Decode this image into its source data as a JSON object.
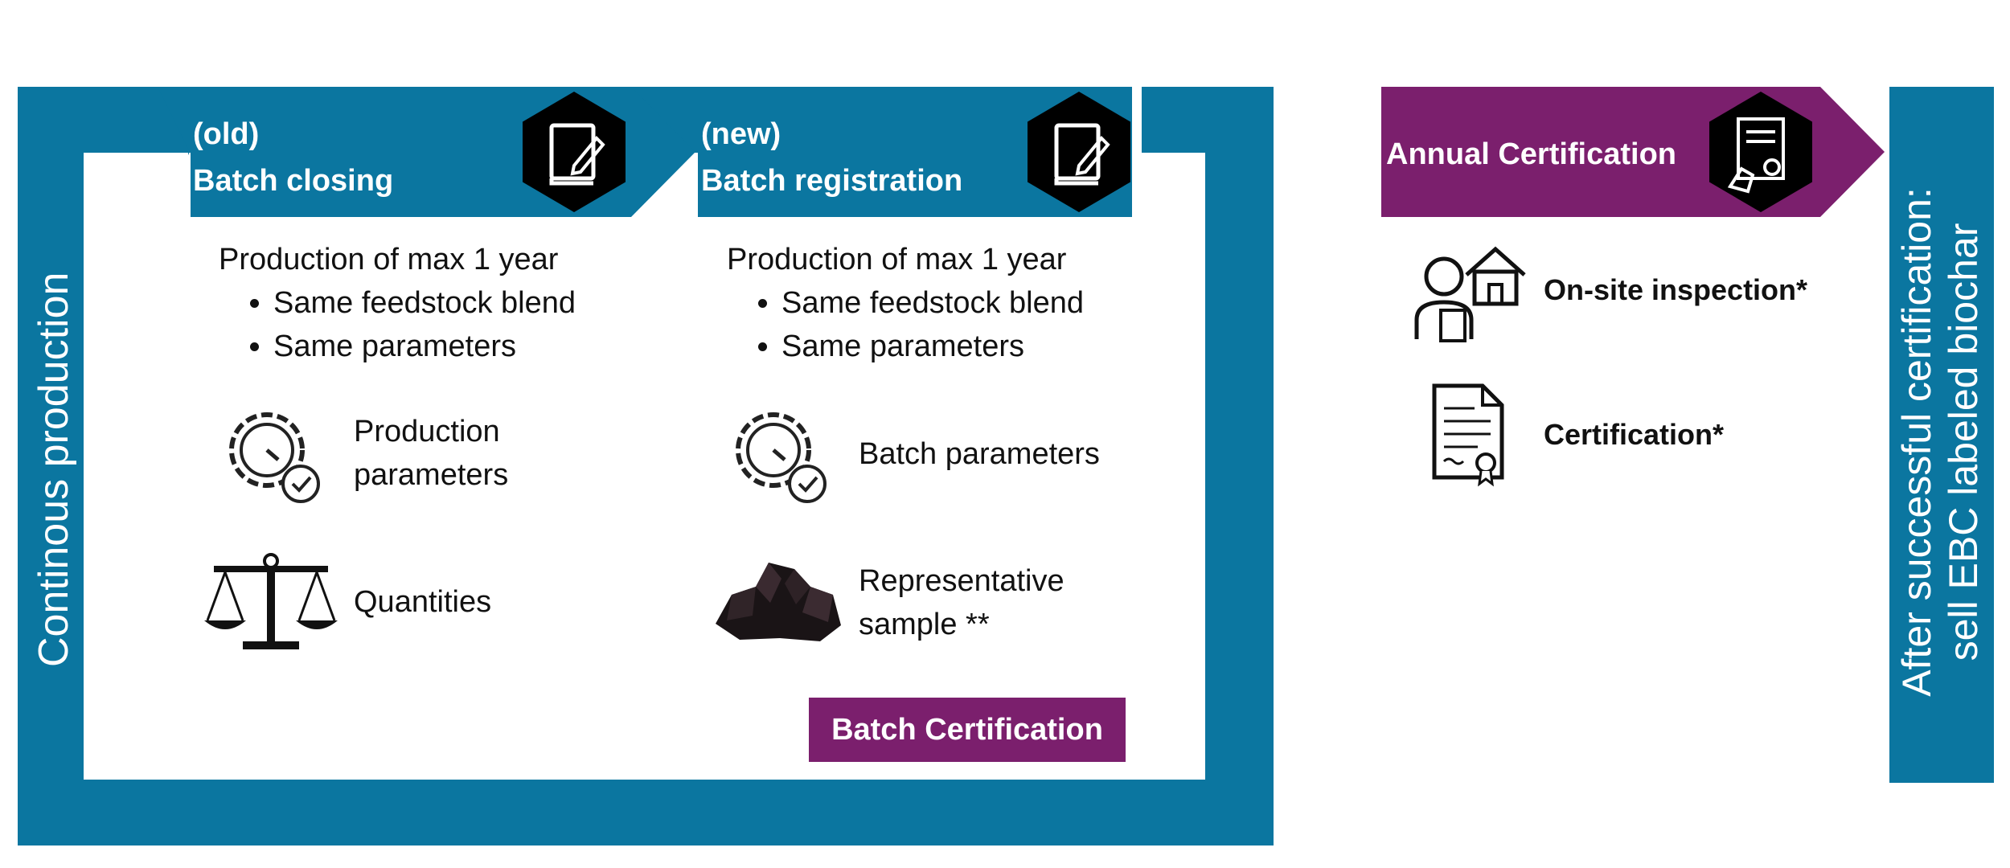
{
  "left_label": "Continous production",
  "old_batch": {
    "tag": "(old)",
    "title": "Batch closing",
    "intro": "Production of max 1 year",
    "bullets": [
      "Same feedstock blend",
      "Same parameters"
    ],
    "item1": [
      "Production",
      "parameters"
    ],
    "item2": "Quantities",
    "icon_header": "notebook-pen-icon",
    "icon1": "gear-gauge-icon",
    "icon2": "balance-scale-icon"
  },
  "new_batch": {
    "tag": "(new)",
    "title": "Batch registration",
    "intro": "Production of max 1 year",
    "bullets": [
      "Same feedstock blend",
      "Same parameters"
    ],
    "item1": "Batch parameters",
    "item2": [
      "Representative",
      "sample **"
    ],
    "button": "Batch Certification",
    "icon_header": "notebook-pen-icon",
    "icon1": "gear-gauge-icon",
    "icon2": "biochar-sample-icon"
  },
  "annual": {
    "title": "Annual Certification",
    "item1": "On-site inspection*",
    "item2": "Certification*",
    "icon_header": "certificate-hand-icon",
    "icon1": "inspector-house-icon",
    "icon2": "certificate-document-icon"
  },
  "right_label": [
    "After successful certification:",
    "sell EBC labeled biochar"
  ],
  "colors": {
    "blue": "#0b76a0",
    "purple": "#7b1f6d"
  }
}
